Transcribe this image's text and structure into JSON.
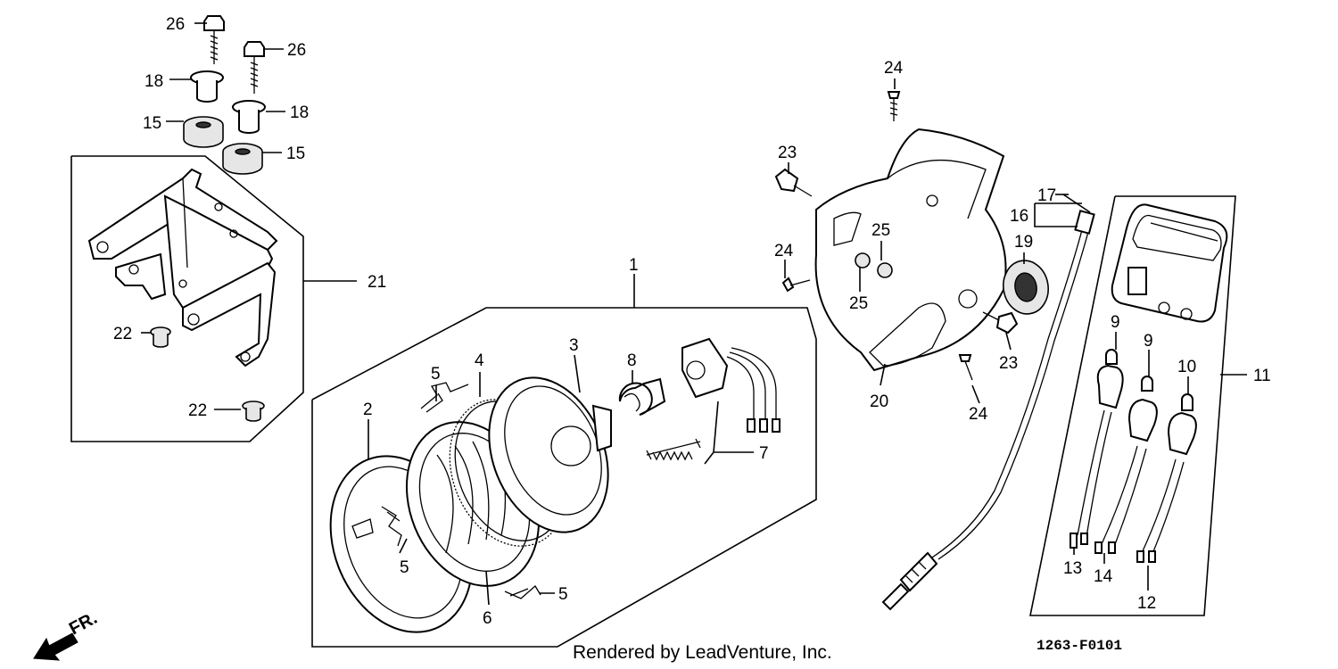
{
  "labels": {
    "l26a": "26",
    "l26b": "26",
    "l18a": "18",
    "l18b": "18",
    "l15a": "15",
    "l15b": "15",
    "l21": "21",
    "l22a": "22",
    "l22b": "22",
    "l1": "1",
    "l2": "2",
    "l3": "3",
    "l4": "4",
    "l5a": "5",
    "l5b": "5",
    "l5c": "5",
    "l6": "6",
    "l7": "7",
    "l8": "8",
    "l24a": "24",
    "l24b": "24",
    "l24c": "24",
    "l23a": "23",
    "l23b": "23",
    "l25a": "25",
    "l25b": "25",
    "l20": "20",
    "l19": "19",
    "l16": "16",
    "l17": "17",
    "l11": "11",
    "l9a": "9",
    "l9b": "9",
    "l10": "10",
    "l13": "13",
    "l14": "14",
    "l12": "12"
  },
  "footer": {
    "credit": "Rendered by LeadVenture, Inc.",
    "diagram_code": "1263-F0101",
    "direction": "FR."
  }
}
